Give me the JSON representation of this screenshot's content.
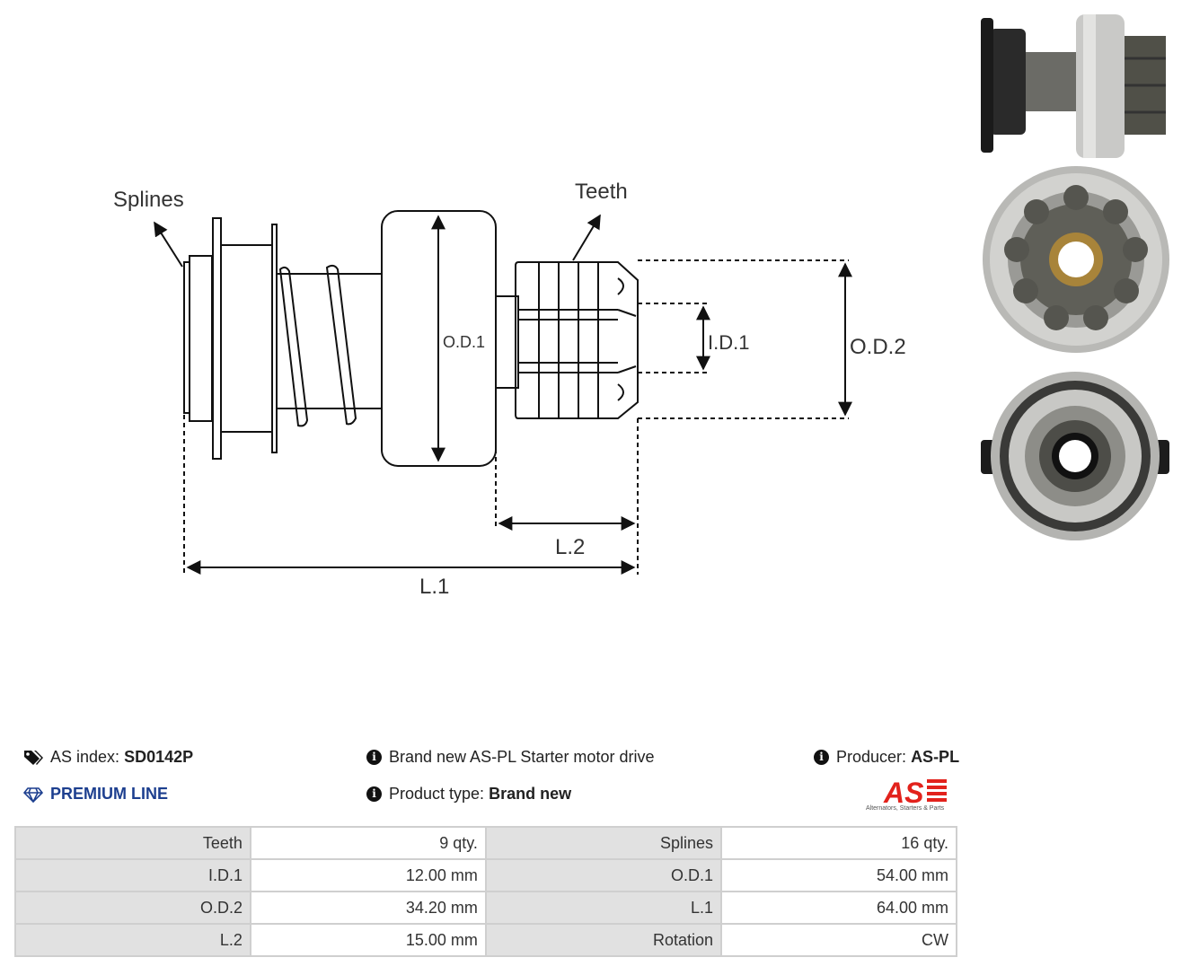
{
  "diagram": {
    "labels": {
      "splines": "Splines",
      "teeth": "Teeth",
      "od1": "O.D.1",
      "id1": "I.D.1",
      "od2": "O.D.2",
      "l1": "L.1",
      "l2": "L.2"
    }
  },
  "info": {
    "as_index_label": "AS index:",
    "as_index_value": "SD0142P",
    "premium_line": "PREMIUM LINE",
    "description": "Brand new AS-PL Starter motor drive",
    "product_type_label": "Product type:",
    "product_type_value": "Brand new",
    "producer_label": "Producer:",
    "producer_value": "AS-PL",
    "logo_text": "AS",
    "logo_tagline": "Alternators, Starters & Parts"
  },
  "specs": [
    {
      "label1": "Teeth",
      "value1": "9 qty.",
      "label2": "Splines",
      "value2": "16 qty."
    },
    {
      "label1": "I.D.1",
      "value1": "12.00 mm",
      "label2": "O.D.1",
      "value2": "54.00 mm"
    },
    {
      "label1": "O.D.2",
      "value1": "34.20 mm",
      "label2": "L.1",
      "value2": "64.00 mm"
    },
    {
      "label1": "L.2",
      "value1": "15.00 mm",
      "label2": "Rotation",
      "value2": "CW"
    }
  ],
  "colors": {
    "premium": "#1d3f8f",
    "logo_red": "#e2221c",
    "table_label_bg": "#e1e1e1",
    "table_border": "#cfcfcf"
  },
  "icons": {
    "as_index": "tags-icon",
    "premium": "diamond-icon",
    "description": "info-circle-icon",
    "product_type": "info-circle-icon",
    "producer": "info-circle-icon"
  }
}
